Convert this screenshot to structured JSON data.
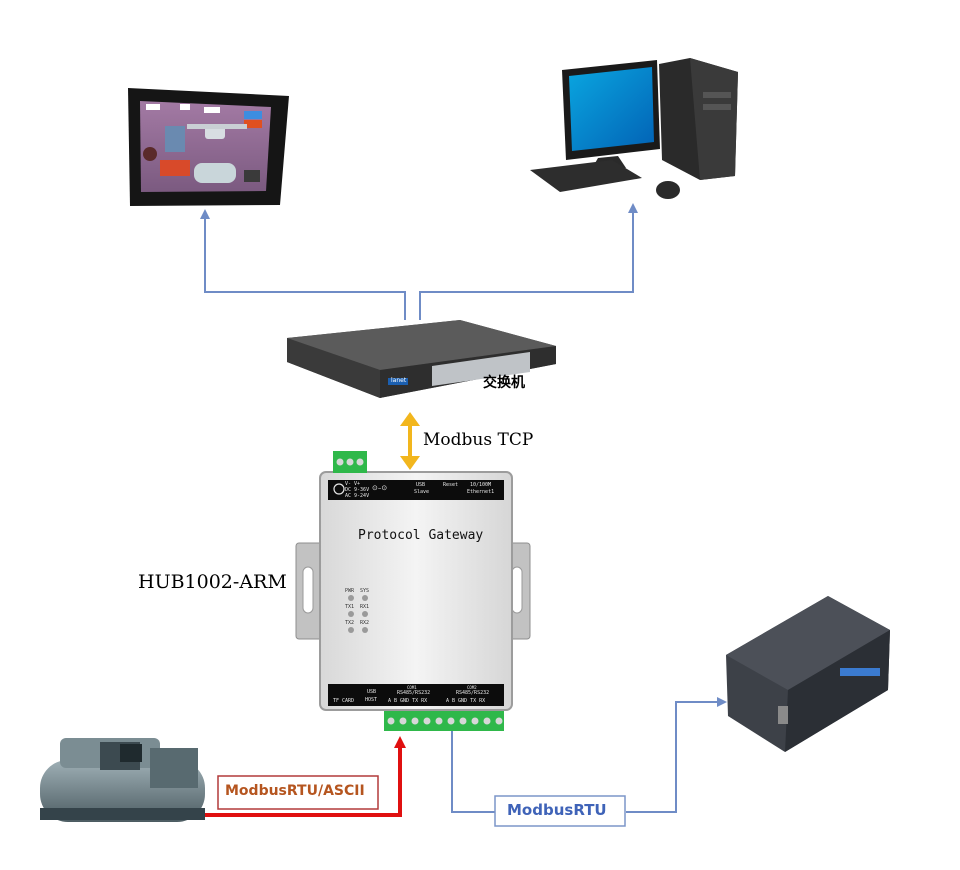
{
  "switch": {
    "label": "交换机",
    "brand": "lanet"
  },
  "links": {
    "top": "Modbus TCP",
    "left": "ModbusRTU/ASCII",
    "right": "ModbusRTU"
  },
  "gateway": {
    "model": "HUB1002-ARM",
    "title": "Protocol Gateway",
    "top_panel": {
      "power": [
        "V-   V+",
        "DC 9-36V",
        "AC 9-24V"
      ],
      "usb_slave": [
        "USB",
        "Slave"
      ],
      "reset": "Reset",
      "ethernet": [
        "10/100M",
        "Ethernet1"
      ]
    },
    "leds": [
      [
        "PWR",
        "SYS"
      ],
      [
        "TX1",
        "RX1"
      ],
      [
        "TX2",
        "RX2"
      ]
    ],
    "bottom_panel": {
      "tf_card": "TF CARD",
      "usb_host": [
        "USB",
        "HOST"
      ],
      "com1": [
        "COM1",
        "RS485/RS232",
        "A  B  GND  TX  RX"
      ],
      "com2": [
        "COM2",
        "RS485/RS232",
        "A  B  GND  TX  RX"
      ]
    }
  },
  "colors": {
    "connector_blue": "#6f8cc6",
    "modbus_tcp_arrow": "#f2b61d",
    "rtu_ascii_line": "#e01010",
    "terminal_green": "#2fb84a",
    "gateway_body": "#e8e8e8"
  }
}
